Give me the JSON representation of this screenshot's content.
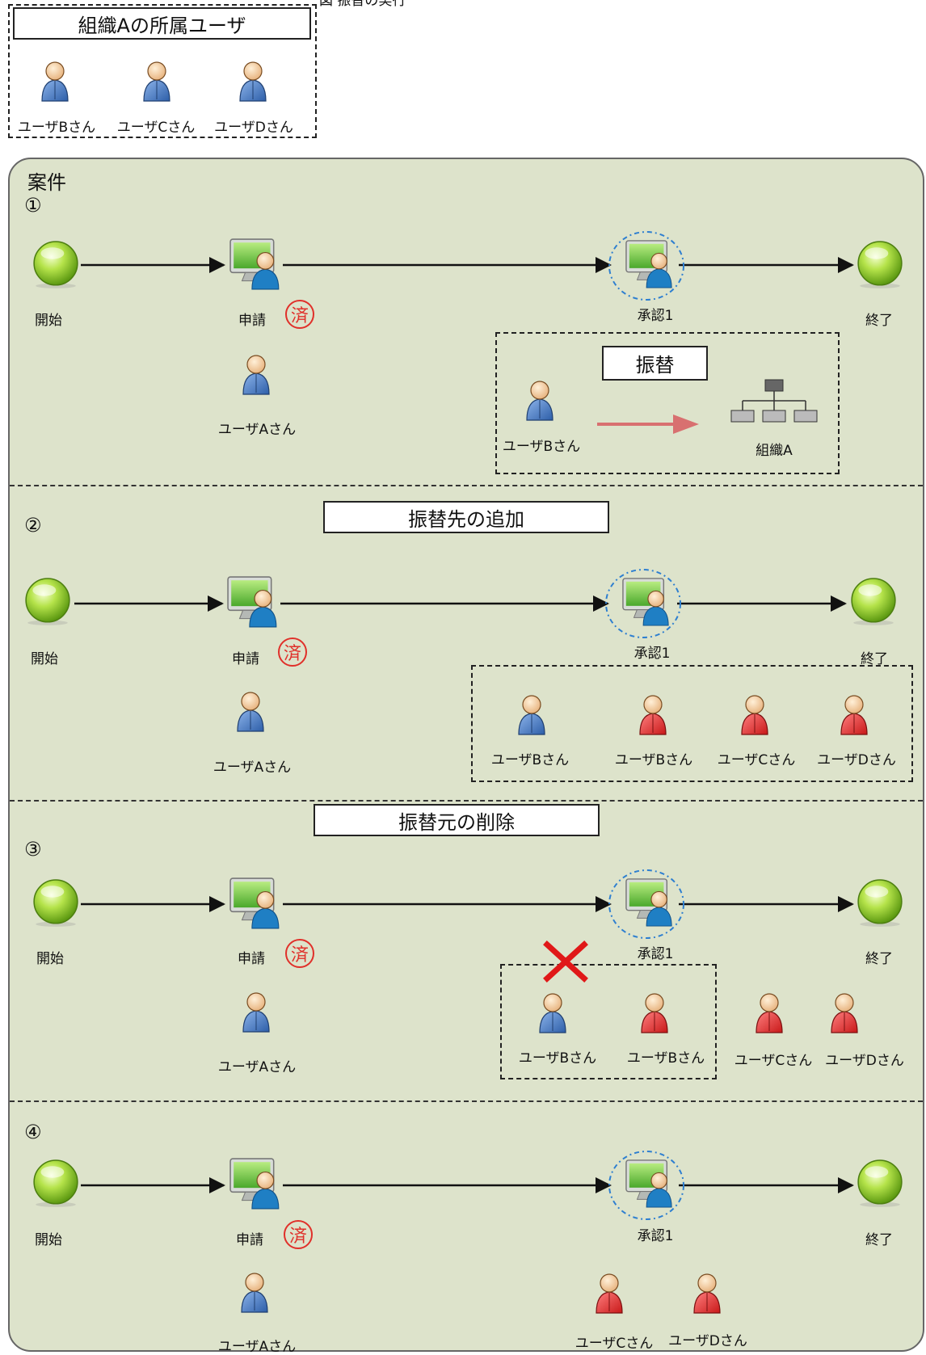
{
  "header": {
    "title_partial": "図 振替の実行"
  },
  "member_box": {
    "title": "組織Aの所属ユーザ",
    "users": [
      "ユーザBさん",
      "ユーザCさん",
      "ユーザDさん"
    ]
  },
  "main": {
    "title": "案件"
  },
  "sections": [
    {
      "num": "①",
      "start": "開始",
      "apply": "申請",
      "done": "済",
      "approve": "承認1",
      "end": "終了",
      "applicant": "ユーザAさん",
      "transfer": {
        "title": "振替",
        "user": "ユーザBさん",
        "org": "組織A"
      }
    },
    {
      "num": "②",
      "banner": "振替先の追加",
      "start": "開始",
      "apply": "申請",
      "done": "済",
      "approve": "承認1",
      "end": "終了",
      "applicant": "ユーザAさん",
      "users": [
        "ユーザBさん",
        "ユーザBさん",
        "ユーザCさん",
        "ユーザDさん"
      ]
    },
    {
      "num": "③",
      "banner": "振替元の削除",
      "start": "開始",
      "apply": "申請",
      "done": "済",
      "approve": "承認1",
      "end": "終了",
      "applicant": "ユーザAさん",
      "boxed_users": [
        "ユーザBさん",
        "ユーザBさん"
      ],
      "other_users": [
        "ユーザCさん",
        "ユーザDさん"
      ]
    },
    {
      "num": "④",
      "start": "開始",
      "apply": "申請",
      "done": "済",
      "approve": "承認1",
      "end": "終了",
      "applicant": "ユーザAさん",
      "users": [
        "ユーザCさん",
        "ユーザDさん"
      ]
    }
  ],
  "colors": {
    "panel_bg": "#dde3cb",
    "user_blue": "#3d6fb8",
    "user_red": "#e0262a",
    "done_red": "#e0302a"
  }
}
